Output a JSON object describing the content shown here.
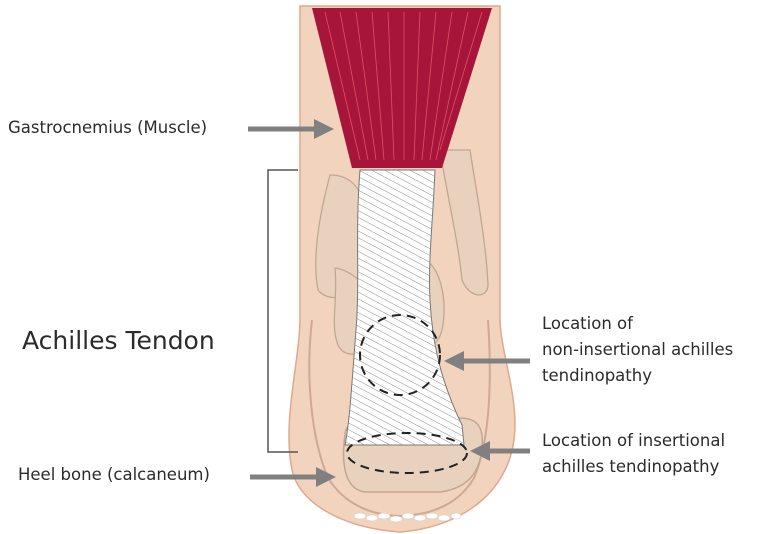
{
  "labels": {
    "gastrocnemius": "Gastrocnemius (Muscle)",
    "achilles_tendon": "Achilles Tendon",
    "heel_bone": "Heel bone (calcaneum)",
    "non_insertional_line1": "Location of",
    "non_insertional_line2": "non-insertional achilles",
    "non_insertional_line3": "tendinopathy",
    "insertional_line1": "Location of insertional",
    "insertional_line2": "achilles tendinopathy"
  },
  "colors": {
    "skin": "#f2d3bd",
    "skin_outline": "#e0a88c",
    "bone": "#e9d2bd",
    "bone_outline": "#bfa893",
    "muscle": "#a8153a",
    "muscle_fiber": "#e0506a",
    "tendon": "#ffffff",
    "tendon_hatch": "#8c8c8c",
    "arrow": "#808080",
    "bracket": "#555555",
    "dashed": "#222222"
  }
}
